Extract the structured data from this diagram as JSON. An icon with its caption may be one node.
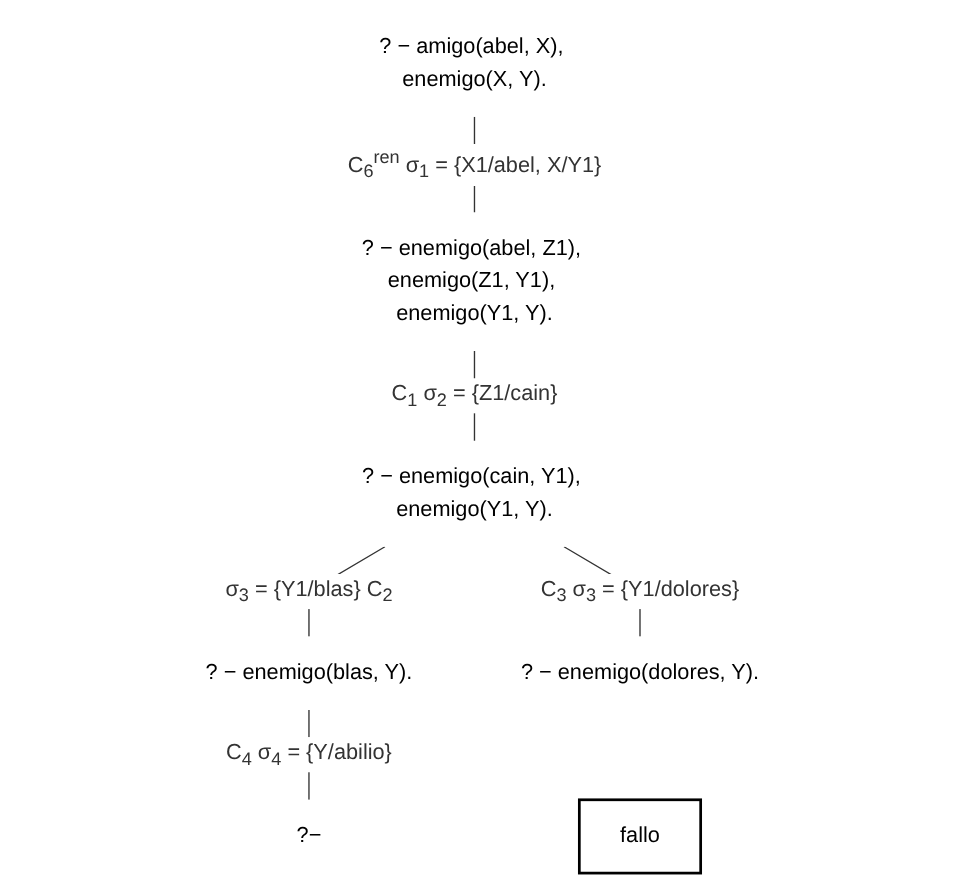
{
  "diagram": {
    "nodes": [
      {
        "text": [
          "? − amigo(abel, X), enemigo(X, Y)."
        ]
      },
      {
        "text": [
          "? − enemigo(abel, Z1), enemigo(Z1, Y1), enemigo(Y1, Y)."
        ]
      },
      {
        "text": [
          "? − enemigo(cain, Y1), enemigo(Y1, Y)."
        ]
      },
      {
        "text": [
          "? − enemigo(blas, Y)."
        ]
      },
      {
        "text": [
          "? − enemigo(dolores, Y)."
        ]
      },
      {
        "text": [
          "fallo"
        ]
      },
      {
        "text": [
          "?−"
        ]
      }
    ],
    "edges": [
      {
        "from": 0,
        "to": 1,
        "arrow": "none",
        "label": "C$_{6}$$^{ren}$ σ$_{1}$ = {X1/abel, X/Y1}"
      },
      {
        "from": 1,
        "to": 2,
        "arrow": "none",
        "label": "C$_{1}$ σ$_{2}$ = {Z1/cain}"
      },
      {
        "from": 2,
        "to": 3,
        "arrow": "none",
        "label": "σ$_{3}$ = {Y1/blas} C$_{2}$"
      },
      {
        "from": 2,
        "to": 4,
        "arrow": "none",
        "label": "C$_{3}$ σ$_{3}$ = {Y1/dolores}"
      },
      {
        "from": 3,
        "to": 6,
        "arrow": "none",
        "label": "C$_{4}$ σ$_{4}$ = {Y/abilio}"
      }
    ]
  }
}
